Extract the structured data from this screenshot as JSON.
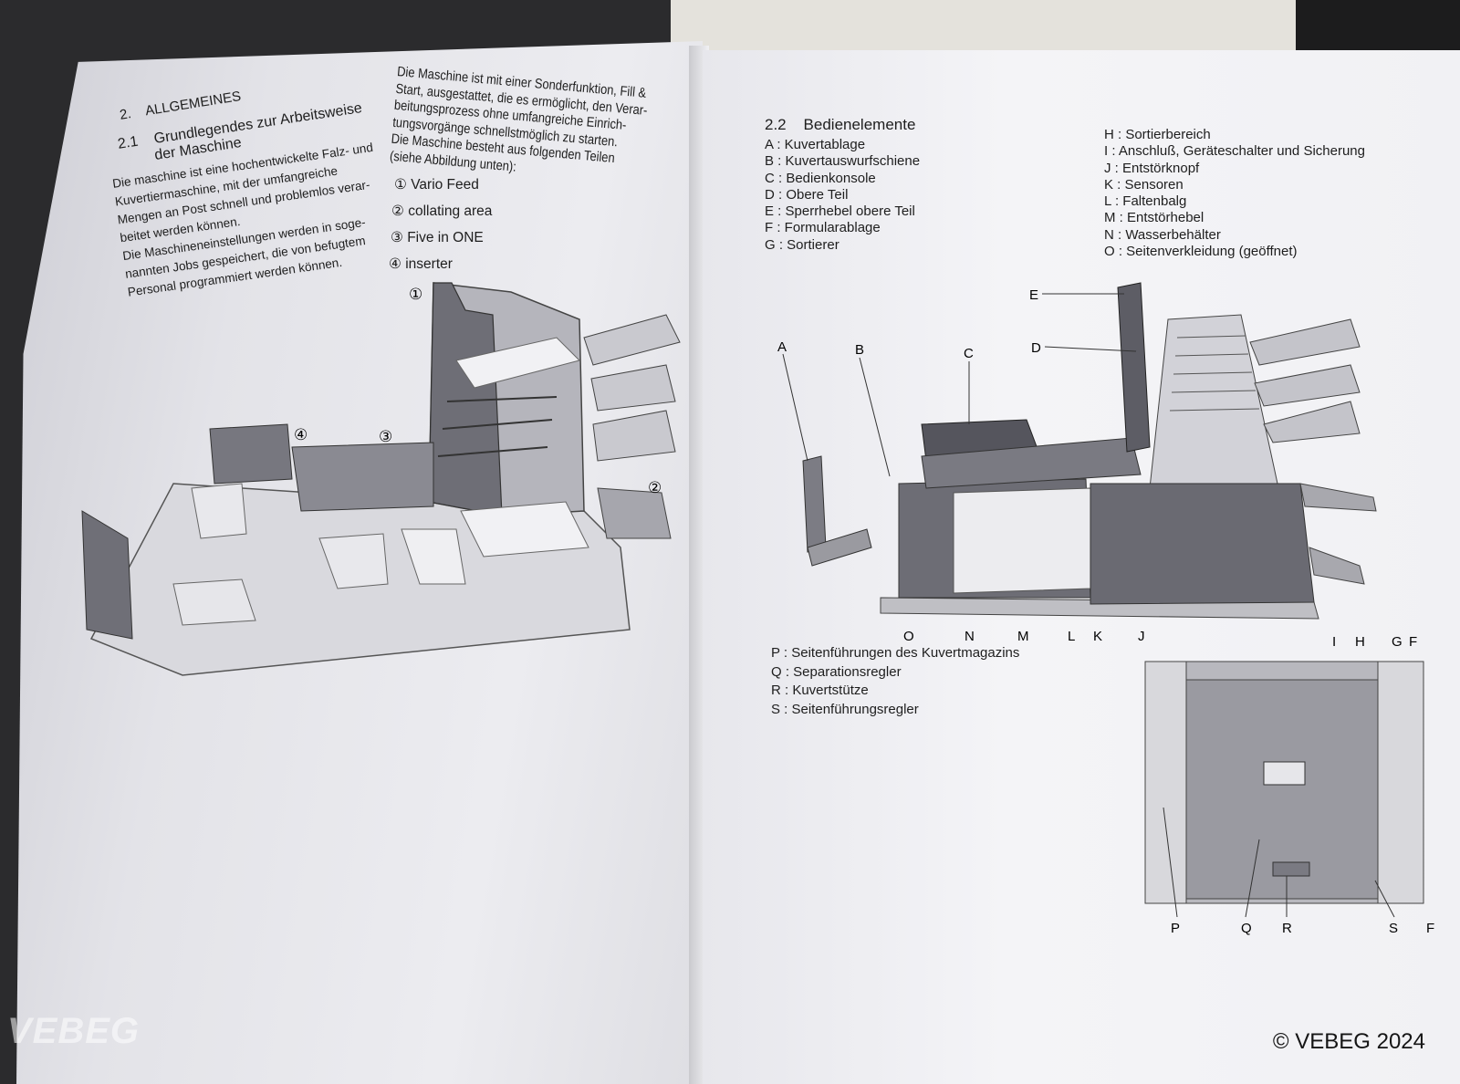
{
  "left_page": {
    "section_number": "2.",
    "section_title": "ALLGEMEINES",
    "subsection_number": "2.1",
    "subsection_title_line1": "Grundlegendes zur Arbeitsweise",
    "subsection_title_line2": "der Maschine",
    "intro_lines": [
      "Die maschine ist eine hochentwickelte Falz- und",
      "Kuvertiermaschine, mit der umfangreiche",
      "Mengen an Post schnell und problemlos verar-",
      "beitet werden können.",
      "Die Maschineneinstellungen werden in soge-",
      "nannten Jobs gespeichert, die von befugtem",
      "Personal programmiert werden können."
    ],
    "right_col_lines": [
      "Die Maschine ist mit einer Sonderfunktion, Fill &",
      "Start, ausgestattet, die es ermöglicht, den Verar-",
      "beitungsprozess ohne umfangreiche Einrich-",
      "tungsvorgänge schnellstmöglich zu starten.",
      "Die Maschine besteht aus folgenden Teilen",
      "(siehe Abbildung unten):"
    ],
    "parts": [
      {
        "marker": "①",
        "label": "Vario Feed"
      },
      {
        "marker": "②",
        "label": "collating area"
      },
      {
        "marker": "③",
        "label": "Five in ONE"
      },
      {
        "marker": "④",
        "label": "inserter"
      }
    ],
    "figure_callouts": [
      "①",
      "②",
      "③",
      "④"
    ]
  },
  "right_page": {
    "section_number": "2.2",
    "section_title": "Bedienelemente",
    "controls_a_g": [
      "A : Kuvertablage",
      "B : Kuvertauswurfschiene",
      "C : Bedienkonsole",
      "D : Obere Teil",
      "E : Sperrhebel obere Teil",
      "F : Formularablage",
      "G : Sortierer"
    ],
    "controls_h_o": [
      "H : Sortierbereich",
      "I : Anschluß, Geräteschalter und Sicherung",
      "J : Entstörknopf",
      "K : Sensoren",
      "L : Faltenbalg",
      "M : Entstörhebel",
      "N : Wasserbehälter",
      "O : Seitenverkleidung (geöffnet)"
    ],
    "diagram_top_labels": [
      "A",
      "B",
      "C",
      "D",
      "E"
    ],
    "diagram_bottom_labels": [
      "O",
      "N",
      "M",
      "L",
      "K",
      "J",
      "I",
      "H",
      "G",
      "F"
    ],
    "controls_p_s": [
      "P : Seitenführungen des Kuvertmagazins",
      "Q : Separationsregler",
      "R : Kuvertstütze",
      "S : Seitenführungsregler"
    ],
    "magazine_labels": [
      "P",
      "Q",
      "R",
      "S",
      "F"
    ]
  },
  "watermark": "VEBEG",
  "copyright": "© VEBEG 2024"
}
